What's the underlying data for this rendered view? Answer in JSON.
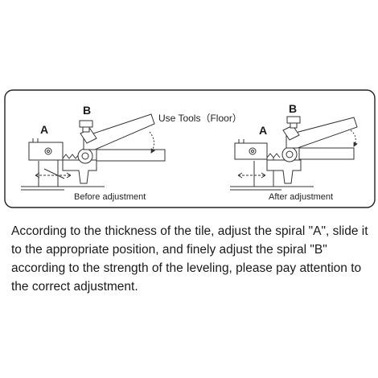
{
  "diagram": {
    "title": "Use Tools（Floor）",
    "spiral_a_label": "A",
    "spiral_b_label": "B",
    "before_caption": "Before adjustment",
    "after_caption": "After adjustment"
  },
  "instruction": "According to the thickness of the tile, adjust the spiral \"A\", slide it to the appropriate position, and finely adjust the spiral \"B\" according to the strength of the leveling, please pay attention to the correct adjustment."
}
